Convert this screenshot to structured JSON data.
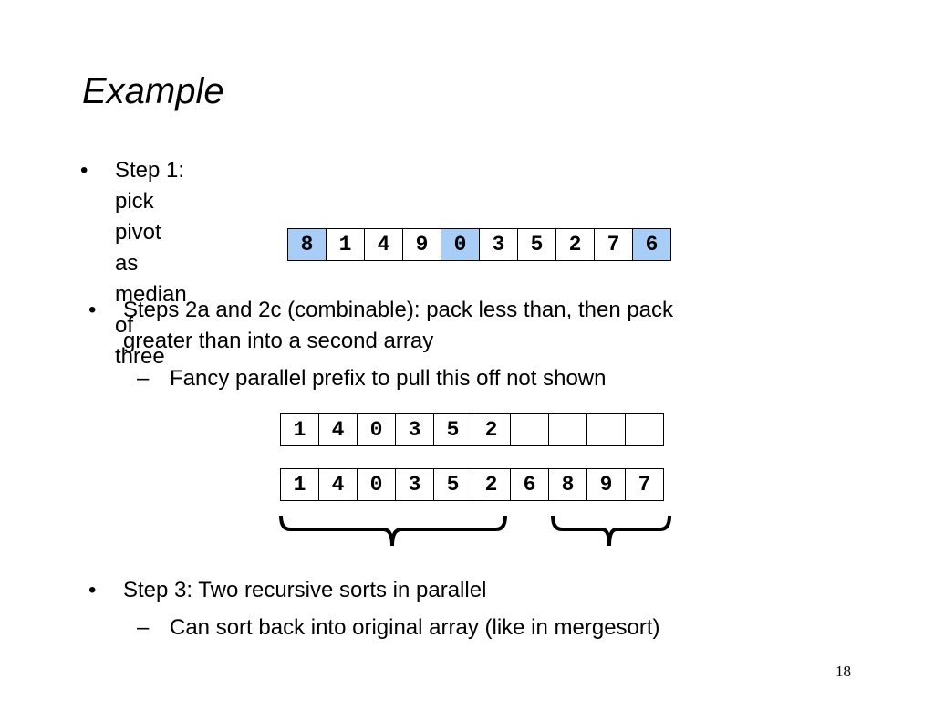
{
  "slide": {
    "title": "Example",
    "page_number": "18",
    "colors": {
      "highlight": "#a8cdf7"
    },
    "bullets": [
      {
        "marker": "•",
        "text": "Step 1: pick pivot as median of three"
      },
      {
        "marker": "•",
        "lines": [
          "Steps 2a and 2c (combinable): pack less than, then pack",
          "greater than into a second array"
        ]
      },
      {
        "marker": "–",
        "text": "Fancy parallel prefix to pull this off not shown"
      },
      {
        "marker": "•",
        "text": "Step 3: Two recursive sorts in parallel"
      },
      {
        "marker": "–",
        "text": "Can sort back into original array (like in mergesort)"
      }
    ],
    "arrays": [
      {
        "cells": [
          "8",
          "1",
          "4",
          "9",
          "0",
          "3",
          "5",
          "2",
          "7",
          "6"
        ],
        "highlighted": [
          0,
          4,
          9
        ]
      },
      {
        "cells": [
          "1",
          "4",
          "0",
          "3",
          "5",
          "2",
          "",
          "",
          "",
          ""
        ],
        "highlighted": []
      },
      {
        "cells": [
          "1",
          "4",
          "0",
          "3",
          "5",
          "2",
          "6",
          "8",
          "9",
          "7"
        ],
        "highlighted": []
      }
    ]
  }
}
